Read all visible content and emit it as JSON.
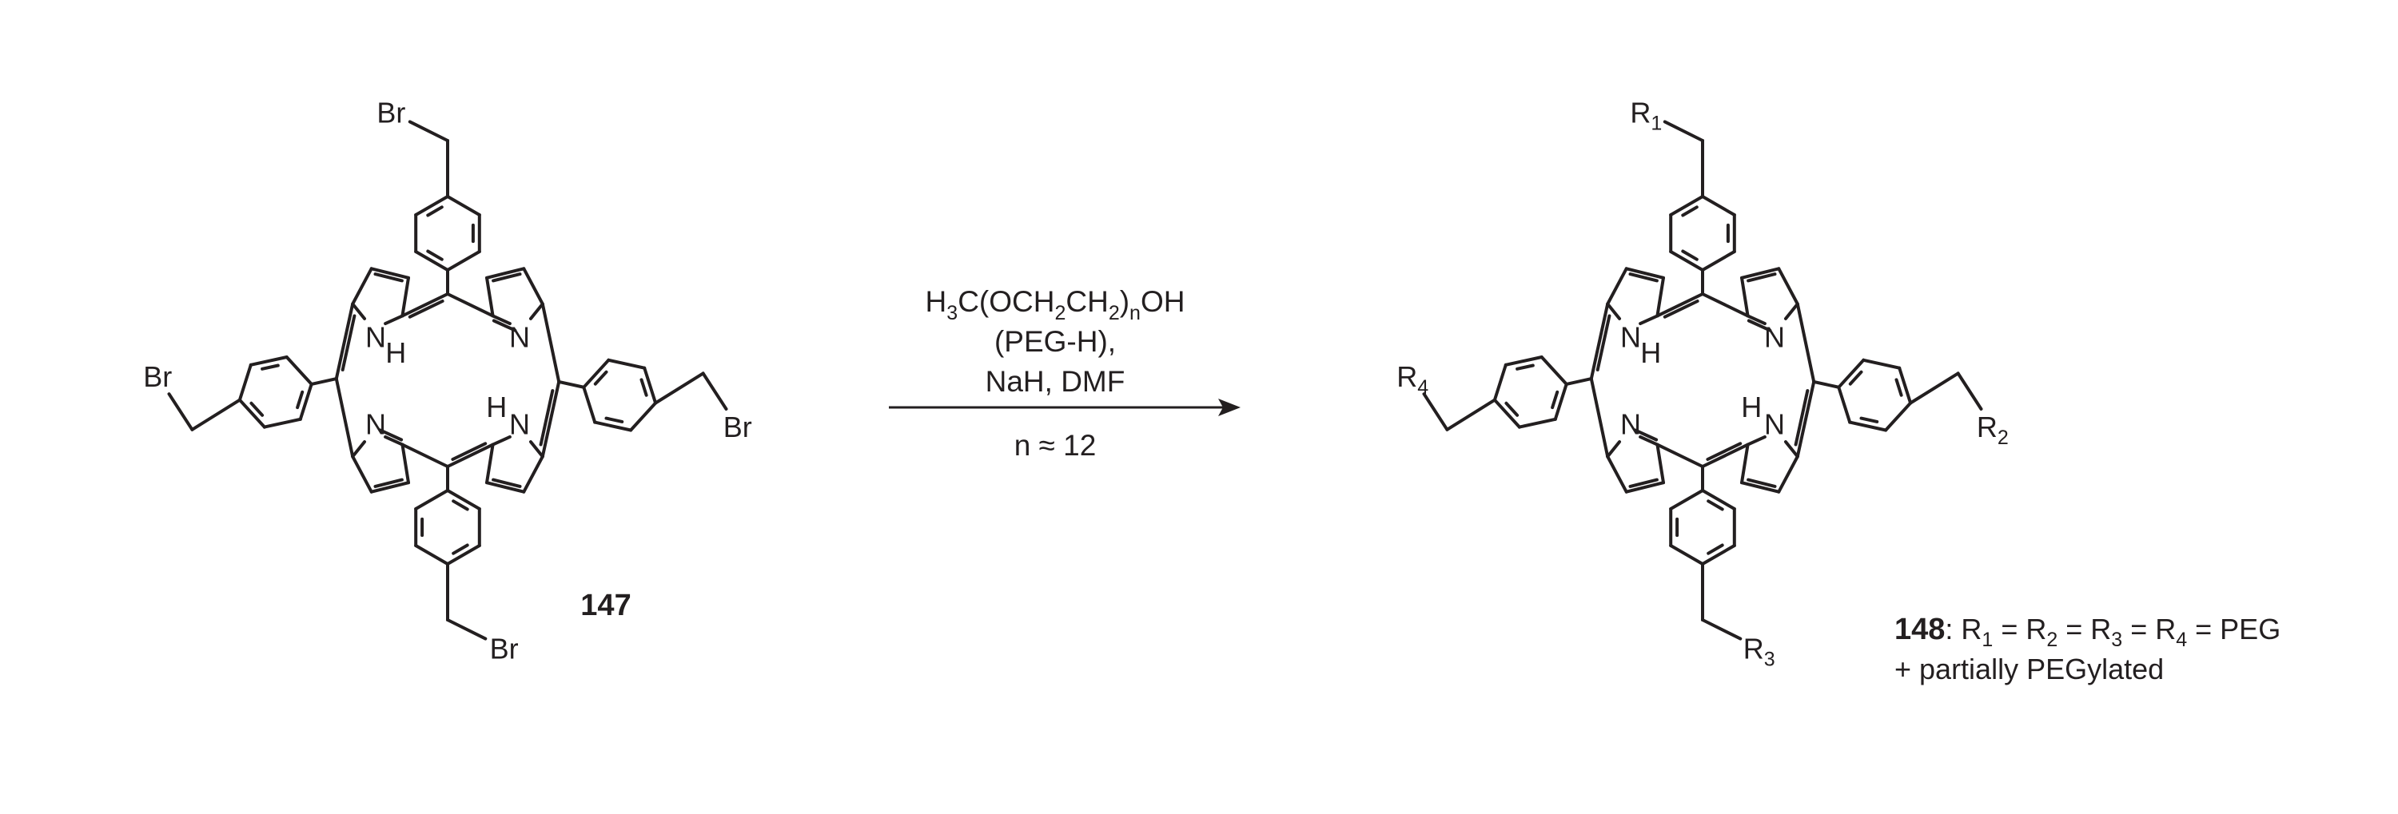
{
  "colors": {
    "ink": "#231f20",
    "background": "#ffffff"
  },
  "reactant": {
    "compound_number": "147",
    "substituents": [
      "Br",
      "Br",
      "Br",
      "Br"
    ],
    "nh_labels": [
      "N",
      "H",
      "N",
      "H",
      "N",
      "N"
    ]
  },
  "reaction": {
    "reagent_formula": {
      "p1": "H",
      "s1": "3",
      "p2": "C(OCH",
      "s2": "2",
      "p3": "CH",
      "s3": "2",
      "p4": ")",
      "s4": "n",
      "p5": "OH"
    },
    "reagent_abbrev": "(PEG-H),",
    "conditions": "NaH, DMF",
    "n_value": "n ≈ 12"
  },
  "product": {
    "r_groups": {
      "r1": {
        "base": "R",
        "sub": "1"
      },
      "r2": {
        "base": "R",
        "sub": "2"
      },
      "r3": {
        "base": "R",
        "sub": "3"
      },
      "r4": {
        "base": "R",
        "sub": "4"
      }
    },
    "nh_labels": [
      "N",
      "H",
      "N",
      "H",
      "N",
      "N"
    ],
    "caption": {
      "compound_number": "148",
      "colon": ": ",
      "terms": [
        {
          "base": "R",
          "sub": "1",
          "after": " = "
        },
        {
          "base": "R",
          "sub": "2",
          "after": " = "
        },
        {
          "base": "R",
          "sub": "3",
          "after": " = "
        },
        {
          "base": "R",
          "sub": "4",
          "after": " = PEG"
        }
      ],
      "line2": "+ partially PEGylated"
    }
  }
}
